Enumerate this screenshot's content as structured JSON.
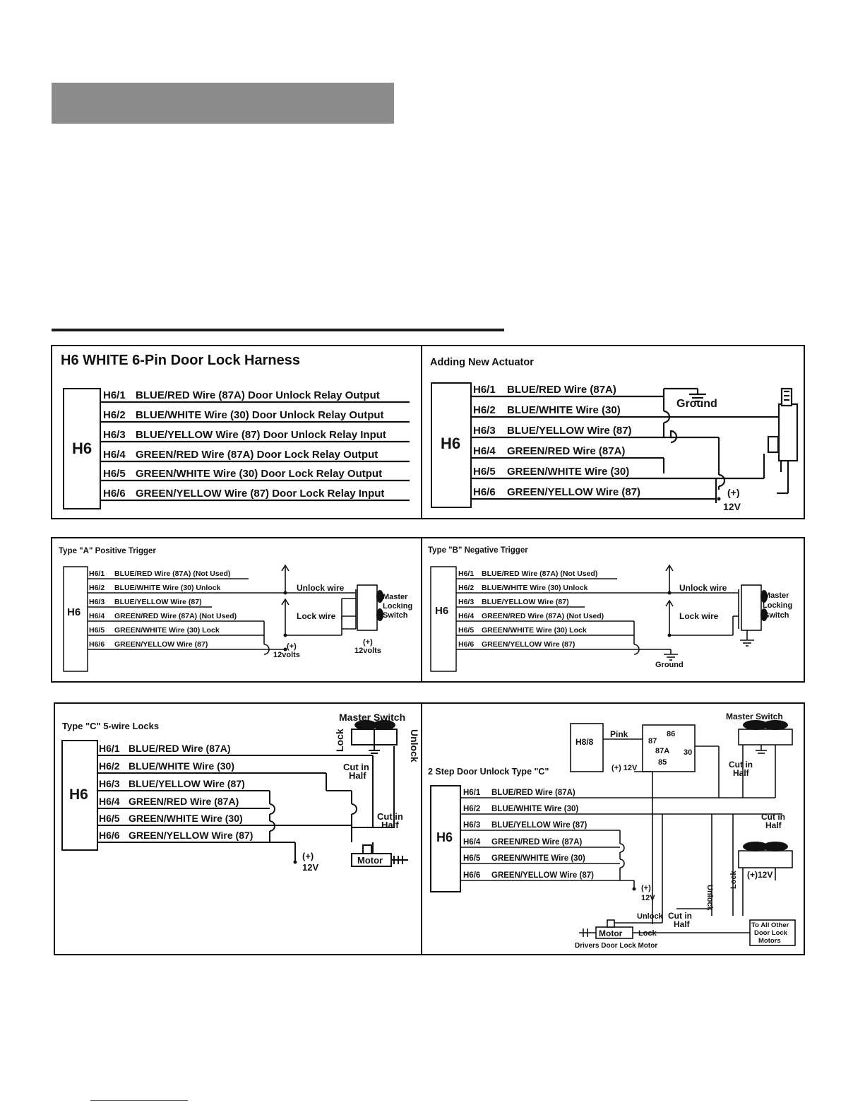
{
  "page": {
    "header_bar_color": "#8c8c8c",
    "rule_color": "#1a1a1a"
  },
  "p1": {
    "title": "H6 WHITE 6-Pin Door Lock Harness",
    "connector": "H6",
    "pins": [
      {
        "pin": "H6/1",
        "desc": "BLUE/RED Wire (87A) Door Unlock Relay Output"
      },
      {
        "pin": "H6/2",
        "desc": "BLUE/WHITE Wire (30) Door Unlock Relay Output"
      },
      {
        "pin": "H6/3",
        "desc": "BLUE/YELLOW Wire (87) Door Unlock Relay Input"
      },
      {
        "pin": "H6/4",
        "desc": "GREEN/RED Wire (87A) Door Lock Relay Output"
      },
      {
        "pin": "H6/5",
        "desc": "GREEN/WHITE Wire (30) Door Lock Relay Output"
      },
      {
        "pin": "H6/6",
        "desc": "GREEN/YELLOW Wire (87) Door Lock Relay Input"
      }
    ]
  },
  "p2": {
    "title": "Adding New Actuator",
    "connector": "H6",
    "pins": [
      {
        "pin": "H6/1",
        "desc": "BLUE/RED Wire (87A)"
      },
      {
        "pin": "H6/2",
        "desc": "BLUE/WHITE Wire (30)"
      },
      {
        "pin": "H6/3",
        "desc": "BLUE/YELLOW Wire (87)"
      },
      {
        "pin": "H6/4",
        "desc": "GREEN/RED Wire (87A)"
      },
      {
        "pin": "H6/5",
        "desc": "GREEN/WHITE Wire (30)"
      },
      {
        "pin": "H6/6",
        "desc": "GREEN/YELLOW Wire (87)"
      }
    ],
    "ground": "Ground",
    "plus": "(+)",
    "volts": "12V"
  },
  "p3": {
    "title": "Type \"A\" Positive Trigger",
    "connector": "H6",
    "pins": [
      {
        "pin": "H6/1",
        "desc": "BLUE/RED Wire (87A) (Not Used)"
      },
      {
        "pin": "H6/2",
        "desc": "BLUE/WHITE Wire (30)   Unlock"
      },
      {
        "pin": "H6/3",
        "desc": "BLUE/YELLOW Wire (87)"
      },
      {
        "pin": "H6/4",
        "desc": "GREEN/RED Wire (87A) (Not Used)"
      },
      {
        "pin": "H6/5",
        "desc": "GREEN/WHITE Wire (30)   Lock"
      },
      {
        "pin": "H6/6",
        "desc": "GREEN/YELLOW Wire (87)"
      }
    ],
    "unlock_wire": "Unlock wire",
    "lock_wire": "Lock wire",
    "switch": [
      "Master",
      "Locking",
      "Switch"
    ],
    "plus": "(+)",
    "volts": "12volts"
  },
  "p4": {
    "title": "Type \"B\" Negative Trigger",
    "connector": "H6",
    "pins": [
      {
        "pin": "H6/1",
        "desc": "BLUE/RED Wire (87A) (Not Used)"
      },
      {
        "pin": "H6/2",
        "desc": "BLUE/WHITE Wire (30)   Unlock"
      },
      {
        "pin": "H6/3",
        "desc": "BLUE/YELLOW Wire (87)"
      },
      {
        "pin": "H6/4",
        "desc": "GREEN/RED Wire (87A) (Not Used)"
      },
      {
        "pin": "H6/5",
        "desc": "GREEN/WHITE Wire (30)   Lock"
      },
      {
        "pin": "H6/6",
        "desc": "GREEN/YELLOW Wire (87)"
      }
    ],
    "unlock_wire": "Unlock wire",
    "lock_wire": "Lock wire",
    "switch": [
      "Master",
      "Locking",
      "Switch"
    ],
    "ground": "Ground"
  },
  "p5": {
    "title": "Type \"C\" 5-wire Locks",
    "connector": "H6",
    "pins": [
      {
        "pin": "H6/1",
        "desc": "BLUE/RED Wire (87A)"
      },
      {
        "pin": "H6/2",
        "desc": "BLUE/WHITE Wire (30)"
      },
      {
        "pin": "H6/3",
        "desc": "BLUE/YELLOW Wire (87)"
      },
      {
        "pin": "H6/4",
        "desc": "GREEN/RED Wire (87A)"
      },
      {
        "pin": "H6/5",
        "desc": "GREEN/WHITE Wire (30)"
      },
      {
        "pin": "H6/6",
        "desc": "GREEN/YELLOW Wire (87)"
      }
    ],
    "master_switch": "Master Switch",
    "lock": "Lock",
    "unlock": "Unlock",
    "cut1": [
      "Cut in",
      "Half"
    ],
    "cut2": [
      "Cut in",
      "Half"
    ],
    "motor": "Motor",
    "plus": "(+)",
    "volts": "12V"
  },
  "p6": {
    "title": "2 Step Door Unlock Type \"C\"",
    "connector": "H6",
    "pins": [
      {
        "pin": "H6/1",
        "desc": "BLUE/RED Wire (87A)"
      },
      {
        "pin": "H6/2",
        "desc": "BLUE/WHITE Wire (30)"
      },
      {
        "pin": "H6/3",
        "desc": "BLUE/YELLOW Wire (87)"
      },
      {
        "pin": "H6/4",
        "desc": "GREEN/RED Wire (87A)"
      },
      {
        "pin": "H6/5",
        "desc": "GREEN/WHITE Wire (30)"
      },
      {
        "pin": "H6/6",
        "desc": "GREEN/YELLOW Wire (87)"
      }
    ],
    "h8": "H8/8",
    "pink": "Pink",
    "relay_pins": [
      "86",
      "87",
      "87A",
      "30",
      "85"
    ],
    "relay_12v": "(+) 12V",
    "master_switch": "Master Switch",
    "cut_a": [
      "Cut in",
      "Half"
    ],
    "cut_b": [
      "Cut in",
      "Half"
    ],
    "cut_c": [
      "Cut in",
      "Half"
    ],
    "plus12": "(+)12V",
    "plus": "(+)",
    "volts": "12V",
    "unlock": "Unlock",
    "lock": "Lock",
    "motor": "Motor",
    "drivers_motor": "Drivers Door Lock Motor",
    "all_other": [
      "To All Other",
      "Door Lock",
      "Motors"
    ]
  }
}
